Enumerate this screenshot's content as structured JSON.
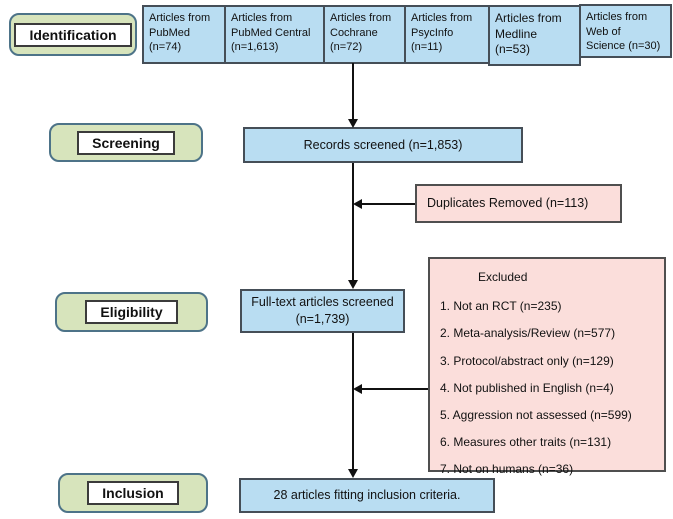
{
  "stages": [
    {
      "label": "Identification"
    },
    {
      "label": "Screening"
    },
    {
      "label": "Eligibility"
    },
    {
      "label": "Inclusion"
    }
  ],
  "sources": [
    {
      "lines": [
        "Articles from",
        "PubMed",
        "(n=74)"
      ]
    },
    {
      "lines": [
        "Articles from",
        "PubMed Central",
        "(n=1,613)"
      ]
    },
    {
      "lines": [
        "Articles from",
        "Cochrane",
        "(n=72)"
      ]
    },
    {
      "lines": [
        "Articles from",
        "PsycInfo",
        "(n=11)"
      ]
    },
    {
      "lines": [
        "Articles from",
        "Medline",
        "(n=53)"
      ]
    },
    {
      "lines": [
        "Articles from",
        "Web of",
        "Science (n=30)"
      ]
    }
  ],
  "flow": {
    "records": "Records screened (n=1,853)",
    "duplicates": "Duplicates Removed (n=113)",
    "fulltext_line1": "Full-text articles screened",
    "fulltext_line2": "(n=1,739)",
    "inclusion": "28 articles fitting inclusion criteria."
  },
  "excluded": {
    "title": "Excluded",
    "items": [
      "1. Not an RCT (n=235)",
      "2. Meta-analysis/Review (n=577)",
      "3. Protocol/abstract only (n=129)",
      "4. Not published in English (n=4)",
      "5. Aggression not assessed (n=599)",
      "6. Measures other traits (n=131)",
      "7. Not on humans (n=36)"
    ]
  },
  "colors": {
    "box_blue": "#b9ddf2",
    "box_pink": "#fbdedb",
    "stage_green": "#d7e4bc",
    "stage_border": "#4d7388",
    "box_border": "#454e57",
    "arrow": "#111111"
  }
}
